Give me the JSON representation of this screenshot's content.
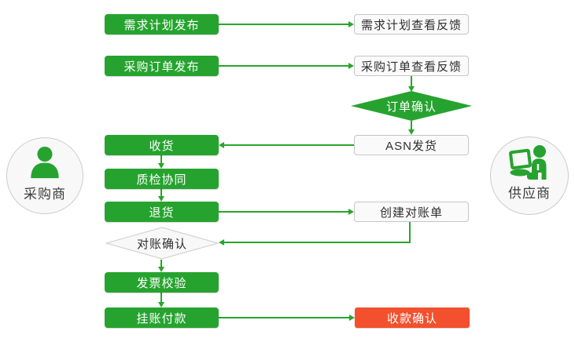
{
  "colors": {
    "green": "#26a32f",
    "green_line": "#2aa52d",
    "red": "#f3502d",
    "light_fill": "#fafafa",
    "light_border": "#c6c6c6",
    "diamond_light_fill": "#f8f8f8",
    "diamond_light_border": "#cccccc",
    "circle_fill": "#f8f8f8",
    "circle_border": "#cccccc",
    "dark_text": "#2e2e2e"
  },
  "actors": {
    "buyer": {
      "label": "采购商",
      "icon": "person-icon"
    },
    "supplier": {
      "label": "供应商",
      "icon": "person-laptop-icon"
    }
  },
  "nodes": {
    "demand_plan_publish": {
      "label": "需求计划发布",
      "kind": "green-box"
    },
    "demand_plan_feedback": {
      "label": "需求计划查看反馈",
      "kind": "light-box"
    },
    "po_publish": {
      "label": "采购订单发布",
      "kind": "green-box"
    },
    "po_feedback": {
      "label": "采购订单查看反馈",
      "kind": "light-box"
    },
    "order_confirm": {
      "label": "订单确认",
      "kind": "green-diamond"
    },
    "asn_ship": {
      "label": "ASN发货",
      "kind": "light-box"
    },
    "receive": {
      "label": "收货",
      "kind": "green-box"
    },
    "quality_collab": {
      "label": "质检协同",
      "kind": "green-box"
    },
    "return_goods": {
      "label": "退货",
      "kind": "green-box"
    },
    "create_statement": {
      "label": "创建对账单",
      "kind": "light-box"
    },
    "reconcile_confirm": {
      "label": "对账确认",
      "kind": "light-diamond"
    },
    "invoice_verify": {
      "label": "发票校验",
      "kind": "green-box"
    },
    "book_payment": {
      "label": "挂账付款",
      "kind": "green-box"
    },
    "receipt_confirm": {
      "label": "收款确认",
      "kind": "red-box"
    }
  }
}
